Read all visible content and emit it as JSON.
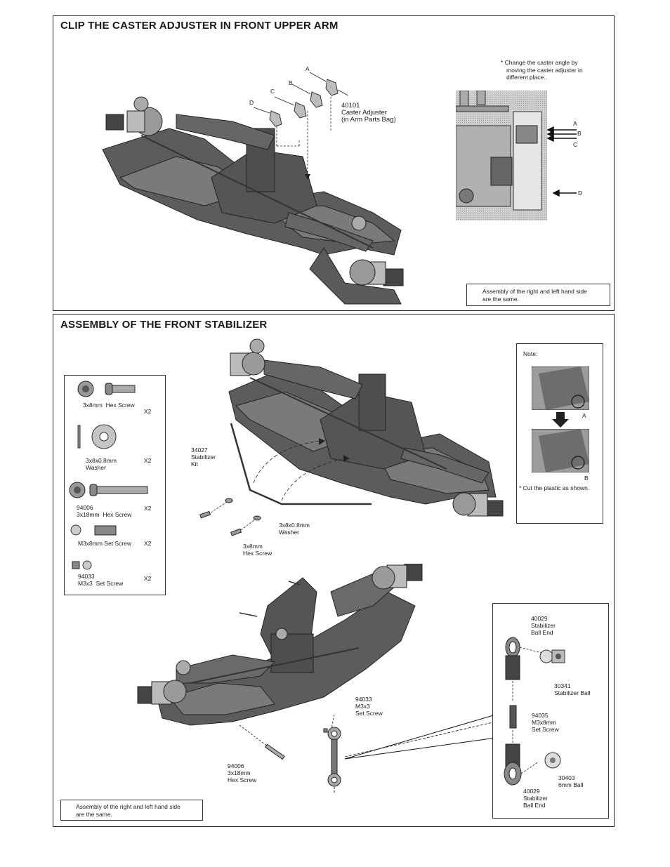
{
  "section1": {
    "title": "CLIP THE CASTER ADJUSTER IN FRONT UPPER ARM",
    "letters": [
      "A",
      "B",
      "C",
      "D"
    ],
    "part_number": "40101",
    "part_name": "Caster Adjuster",
    "part_bag": "(in Arm Parts Bag)",
    "hint_lines": [
      "* Change the caster angle by",
      "moving the caster adjuster in",
      "different place.."
    ],
    "detail_letters": [
      "A",
      "B",
      "C",
      "D"
    ],
    "note_lines": [
      "Assembly of the right and left hand side",
      "are the same."
    ]
  },
  "section2": {
    "title": "ASSEMBLY OF THE FRONT STABILIZER",
    "parts_list": [
      {
        "lines": [
          "3x8mm  Hex Screw"
        ],
        "qty": "X2"
      },
      {
        "lines": [
          "3x8x0.8mm",
          "Washer"
        ],
        "qty": "X2"
      },
      {
        "lines": [
          "94006",
          "3x18mm  Hex Screw"
        ],
        "qty": "X2"
      },
      {
        "lines": [
          "M3x8mm Set Screw"
        ],
        "qty": "X2"
      },
      {
        "lines": [
          "94033",
          "M3x3  Set Screw"
        ],
        "qty": "X2"
      }
    ],
    "callout_kit": [
      "34027",
      "Stabilizer",
      "Kit"
    ],
    "callout_washer": [
      "3x8x0.8mm",
      "Washer"
    ],
    "callout_hex": [
      "3x8mm",
      "Hex Screw"
    ],
    "note_box": {
      "heading": "Note:",
      "letter_a": "A",
      "letter_b": "B",
      "caption": "* Cut the plastic as shown."
    },
    "callout_94033": [
      "94033",
      "M3x3",
      "Set Screw"
    ],
    "callout_94006": [
      "94006",
      "3x18mm",
      "Hex Screw"
    ],
    "detail_parts": {
      "ball_end_top": [
        "40029",
        "Stabilizer",
        "Ball End"
      ],
      "ball": [
        "30341",
        "Stabilizer Ball"
      ],
      "set_screw": [
        "94035",
        "M3x8mm",
        "Set Screw"
      ],
      "six_mm_ball": [
        "30403",
        "6mm Ball"
      ],
      "ball_end_bottom": [
        "40029",
        "Stabilizer",
        "Ball End"
      ]
    },
    "note_lines": [
      "Assembly of the right and left hand side",
      "are the same."
    ]
  }
}
